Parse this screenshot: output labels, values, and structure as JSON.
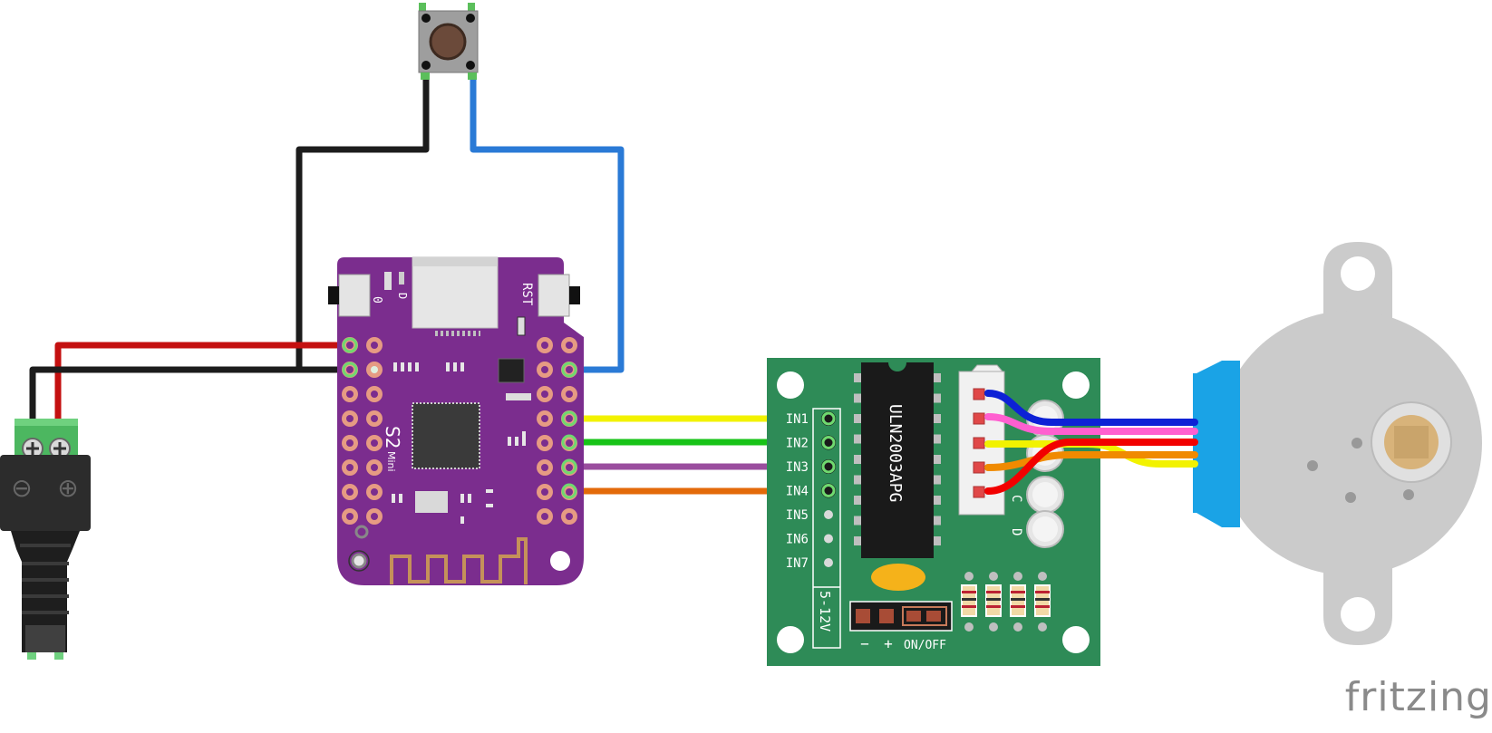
{
  "watermark": "fritzing",
  "wire_colors": {
    "black": "#1c1c1c",
    "red": "#c41010",
    "blue": "#2a7ad6",
    "yellow": "#f2f200",
    "green": "#17c317",
    "purple": "#9a4d9e",
    "orange": "#e36a0a"
  },
  "board": {
    "silkscreen_d": "D",
    "silkscreen_o": "0",
    "silkscreen_rst": "RST",
    "model": "S2",
    "model_sub": "Mini",
    "color": "#7b2d8e"
  },
  "driver": {
    "chip_label": "ULN2003APG",
    "inputs": [
      "IN1",
      "IN2",
      "IN3",
      "IN4",
      "IN5",
      "IN6",
      "IN7"
    ],
    "voltage_label": "5-12V",
    "minus_label": "−",
    "plus_label": "+",
    "switch_label": "ON/OFF",
    "led_letter_c": "C",
    "led_letter_d": "D",
    "color": "#2e8b57"
  },
  "motor": {
    "wires": [
      "blue",
      "pink",
      "yellow",
      "orange",
      "red"
    ]
  },
  "dc_jack": {
    "minus_symbol": "⊖",
    "plus_symbol": "⊕"
  }
}
